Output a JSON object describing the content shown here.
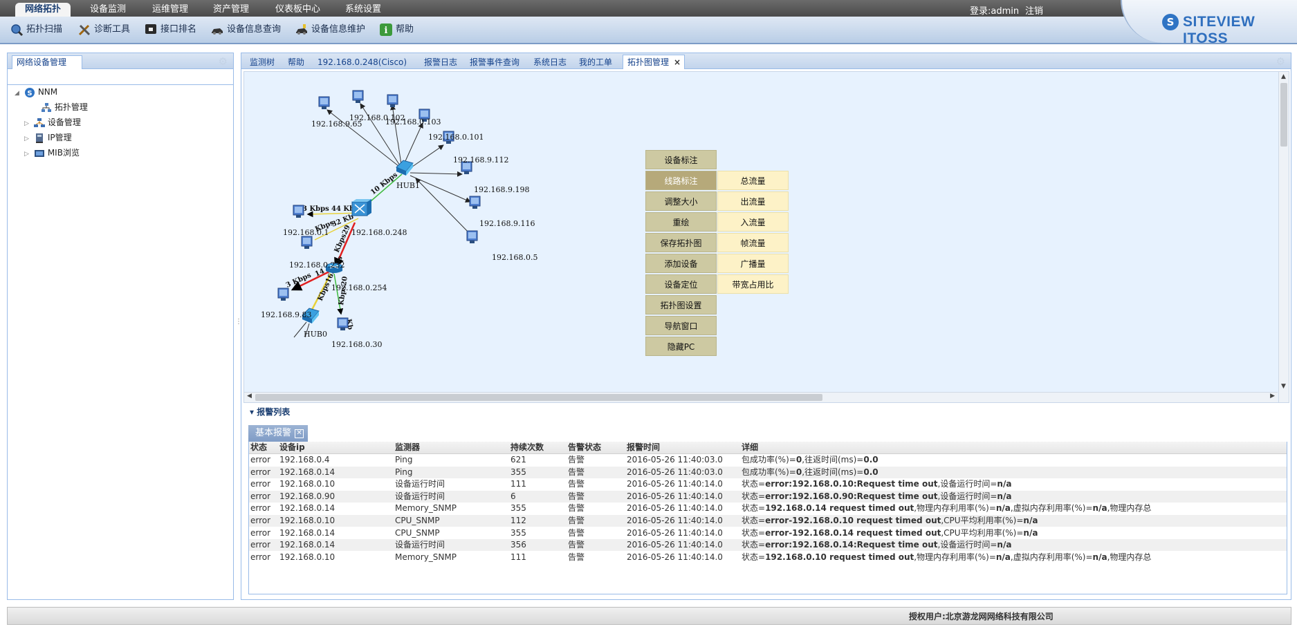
{
  "topbar": {
    "menus": [
      "网络拓扑",
      "设备监测",
      "运维管理",
      "资产管理",
      "仪表板中心",
      "系统设置"
    ],
    "active_menu": "网络拓扑",
    "login": "登录:admin",
    "logout": "注销"
  },
  "logo": {
    "badge": "S",
    "text": "SITEVIEW ITOSS"
  },
  "toolbar": {
    "buttons": [
      "拓扑扫描",
      "诊断工具",
      "接口排名",
      "设备信息查询",
      "设备信息维护",
      "帮助"
    ]
  },
  "left_panel": {
    "title": "网络设备管理",
    "tree": {
      "root": "NNM",
      "children": [
        "拓扑管理",
        "设备管理",
        "IP管理",
        "MIB浏览"
      ]
    }
  },
  "right_panel": {
    "tabs": [
      "监测树",
      "帮助",
      "192.168.0.248(Cisco)",
      "报警日志",
      "报警事件查询",
      "系统日志",
      "我的工单",
      "拓扑图管理"
    ],
    "active_tab": "拓扑图管理",
    "close_symbol": "×"
  },
  "topology": {
    "nodes": [
      "192.168.9.65",
      "192.168.0.102",
      "192.168.0.103",
      "192.168.0.101",
      "192.168.9.112",
      "HUB1",
      "192.168.9.198",
      "192.168.9.116",
      "192.168.0.5",
      "192.168.0.1",
      "192.168.0.248",
      "192.168.0.232",
      "192.168.0.254",
      "192.168.9.83",
      "HUB0",
      "192.168.0.30"
    ],
    "link_labels": [
      "10 Kbps",
      "3 Kbps",
      "44 Kb",
      "Kbps",
      "32 Kb",
      "Kbps29",
      "Kbps",
      "3 Kbps",
      "14 Kb",
      "Kbps16",
      "Kbps20",
      "Kb"
    ]
  },
  "context_menu": {
    "items": [
      "设备标注",
      "线路标注",
      "调整大小",
      "重绘",
      "保存拓扑图",
      "添加设备",
      "设备定位",
      "拓扑图设置",
      "导航窗口",
      "隐藏PC"
    ],
    "highlighted": "线路标注",
    "submenu": [
      "总流量",
      "出流量",
      "入流量",
      "帧流量",
      "广播量",
      "带宽占用比"
    ]
  },
  "alarm": {
    "section_title": "报警列表",
    "tab_label": "基本报警",
    "close_symbol": "✕",
    "columns": [
      "状态",
      "设备ip",
      "监测器",
      "持续次数",
      "告警状态",
      "报警时间",
      "详细"
    ],
    "rows": [
      [
        "error",
        "192.168.0.4",
        "Ping",
        "621",
        "告警",
        "2016-05-26 11:40:03.0",
        "包成功率(%)=<b>0</b>,往返时间(ms)=<b>0.0</b>"
      ],
      [
        "error",
        "192.168.0.14",
        "Ping",
        "355",
        "告警",
        "2016-05-26 11:40:03.0",
        "包成功率(%)=<b>0</b>,往返时间(ms)=<b>0.0</b>"
      ],
      [
        "error",
        "192.168.0.10",
        "设备运行时间",
        "111",
        "告警",
        "2016-05-26 11:40:14.0",
        "状态=<b>error:192.168.0.10:Request time out</b>,设备运行时间=<b>n/a</b>"
      ],
      [
        "error",
        "192.168.0.90",
        "设备运行时间",
        "6",
        "告警",
        "2016-05-26 11:40:14.0",
        "状态=<b>error:192.168.0.90:Request time out</b>,设备运行时间=<b>n/a</b>"
      ],
      [
        "error",
        "192.168.0.14",
        "Memory_SNMP",
        "355",
        "告警",
        "2016-05-26 11:40:14.0",
        "状态=<b>192.168.0.14 request timed out</b>,物理内存利用率(%)=<b>n/a</b>,虚拟内存利用率(%)=<b>n/a</b>,物理内存总"
      ],
      [
        "error",
        "192.168.0.10",
        "CPU_SNMP",
        "112",
        "告警",
        "2016-05-26 11:40:14.0",
        "状态=<b>error-192.168.0.10 request timed out</b>,CPU平均利用率(%)=<b>n/a</b>"
      ],
      [
        "error",
        "192.168.0.14",
        "CPU_SNMP",
        "355",
        "告警",
        "2016-05-26 11:40:14.0",
        "状态=<b>error-192.168.0.14 request timed out</b>,CPU平均利用率(%)=<b>n/a</b>"
      ],
      [
        "error",
        "192.168.0.14",
        "设备运行时间",
        "356",
        "告警",
        "2016-05-26 11:40:14.0",
        "状态=<b>error:192.168.0.14:Request time out</b>,设备运行时间=<b>n/a</b>"
      ],
      [
        "error",
        "192.168.0.10",
        "Memory_SNMP",
        "111",
        "告警",
        "2016-05-26 11:40:14.0",
        "状态=<b>192.168.0.10 request timed out</b>,物理内存利用率(%)=<b>n/a</b>,虚拟内存利用率(%)=<b>n/a</b>,物理内存总"
      ]
    ]
  },
  "footer": {
    "text": "授权用户:北京游龙网网络科技有限公司"
  },
  "colors": {
    "accent": "#99bbe8",
    "topbar": "#4a4a4a",
    "menu_item": "#cdc9a2",
    "menu_highlight": "#b6a97a",
    "submenu": "#fdf2c7",
    "link_red": "#e02020",
    "link_yellow": "#e8d23a",
    "link_green": "#3dbb3d"
  },
  "icons": [
    "scan-icon",
    "tools-icon",
    "monitor-icon",
    "car-icon",
    "car-icon",
    "info-icon",
    "nnm-icon",
    "topology-icon",
    "network-icon",
    "ip-icon",
    "mib-icon",
    "gear-icon",
    "pc-icon",
    "switch-icon",
    "router-icon",
    "hub-icon"
  ]
}
